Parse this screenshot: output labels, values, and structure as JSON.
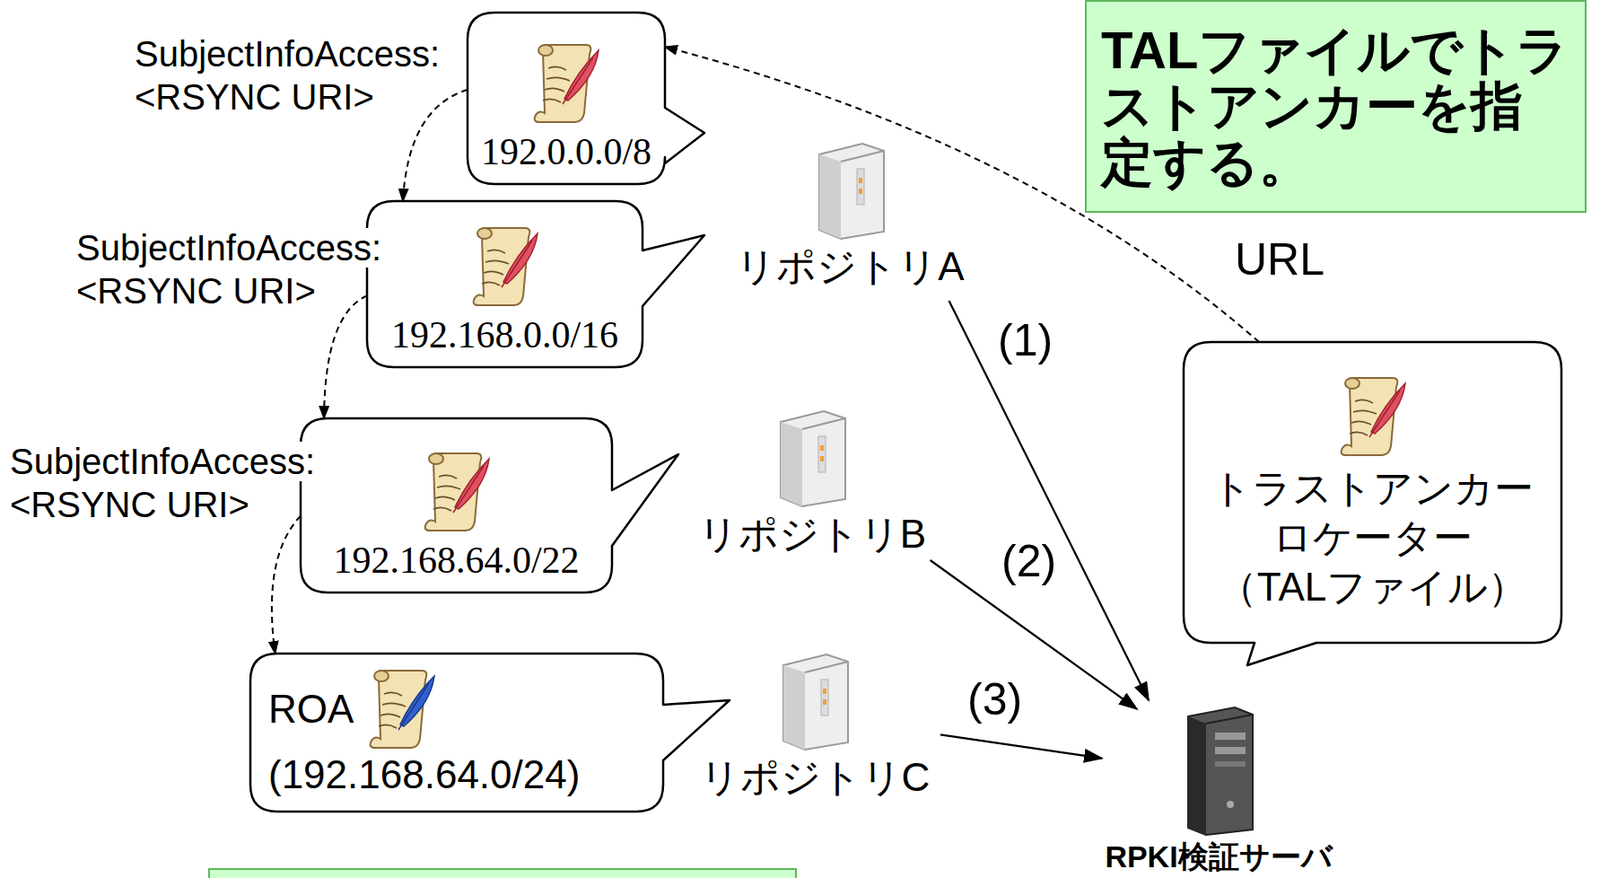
{
  "diagram": {
    "nodes": [
      {
        "text": [
          "192.0.0.0/8"
        ]
      },
      {
        "text": [
          "TALファイルでトラストアンカーを指定する。"
        ]
      },
      {
        "text": [
          "リポジトリA"
        ]
      },
      {
        "text": [
          "192.168.0.0/16"
        ]
      },
      {
        "text": [
          "トラストアンカー ロケーター （TALファイル）"
        ]
      },
      {
        "text": [
          "192.168.64.0/22"
        ]
      },
      {
        "text": [
          "リポジトリB"
        ]
      },
      {
        "text": [
          "ROA",
          "(192.168.64.0/24)"
        ]
      },
      {
        "text": [
          "リポジトリC"
        ]
      },
      {
        "text": [
          "RPKI検証サーバ"
        ]
      }
    ],
    "edges": [
      {
        "from": 4,
        "to": 0,
        "arrow": "to",
        "label": "URL"
      },
      {
        "from": 0,
        "to": 3,
        "arrow": "to"
      },
      {
        "from": 3,
        "to": 5,
        "arrow": "to"
      },
      {
        "from": 5,
        "to": 7,
        "arrow": "to"
      },
      {
        "from": 2,
        "to": 9,
        "arrow": "to",
        "label": "(1)"
      },
      {
        "from": 6,
        "to": 9,
        "arrow": "to",
        "label": "(2)"
      },
      {
        "from": 8,
        "to": 9,
        "arrow": "to",
        "label": "(3)"
      }
    ],
    "labels": [
      "SubjectInfoAccess: <RSYNC URI>",
      "SubjectInfoAccess: <RSYNC URI>",
      "SubjectInfoAccess: <RSYNC URI>"
    ]
  }
}
